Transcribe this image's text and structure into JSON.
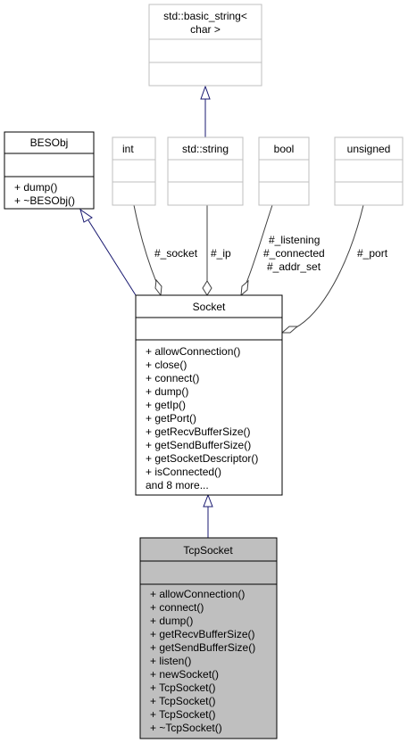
{
  "classes": {
    "basic_string": {
      "name_lines": [
        "std::basic_string<",
        "char >"
      ],
      "attributes": [],
      "methods": []
    },
    "besobj": {
      "name_lines": [
        "BESObj"
      ],
      "attributes": [],
      "methods": [
        "+ dump()",
        "+ ~BESObj()"
      ]
    },
    "int": {
      "name_lines": [
        "int"
      ],
      "attributes": [],
      "methods": []
    },
    "std_string": {
      "name_lines": [
        "std::string"
      ],
      "attributes": [],
      "methods": []
    },
    "bool": {
      "name_lines": [
        "bool"
      ],
      "attributes": [],
      "methods": []
    },
    "unsigned": {
      "name_lines": [
        "unsigned"
      ],
      "attributes": [],
      "methods": []
    },
    "socket": {
      "name_lines": [
        "Socket"
      ],
      "attributes": [],
      "methods": [
        "+ allowConnection()",
        "+ close()",
        "+ connect()",
        "+ dump()",
        "+ getIp()",
        "+ getPort()",
        "+ getRecvBufferSize()",
        "+ getSendBufferSize()",
        "+ getSocketDescriptor()",
        "+ isConnected()",
        "and 8 more..."
      ]
    },
    "tcpsocket": {
      "name_lines": [
        "TcpSocket"
      ],
      "attributes": [],
      "methods": [
        "+ allowConnection()",
        "+ connect()",
        "+ dump()",
        "+ getRecvBufferSize()",
        "+ getSendBufferSize()",
        "+ listen()",
        "+ newSocket()",
        "+ TcpSocket()",
        "+ TcpSocket()",
        "+ TcpSocket()",
        "+ ~TcpSocket()"
      ]
    }
  },
  "edge_labels": {
    "socket_member": [
      "#_socket"
    ],
    "ip_member": [
      "#_ip"
    ],
    "bool_members": [
      "#_listening",
      "#_connected",
      "#_addr_set"
    ],
    "port_member": [
      "#_port"
    ]
  },
  "colors": {
    "grey_border": "#bfbfbf",
    "black_border": "#000000",
    "focus_fill": "#bfbfbf",
    "inheritance_edge": "#191970",
    "composition_edge": "#404040"
  }
}
